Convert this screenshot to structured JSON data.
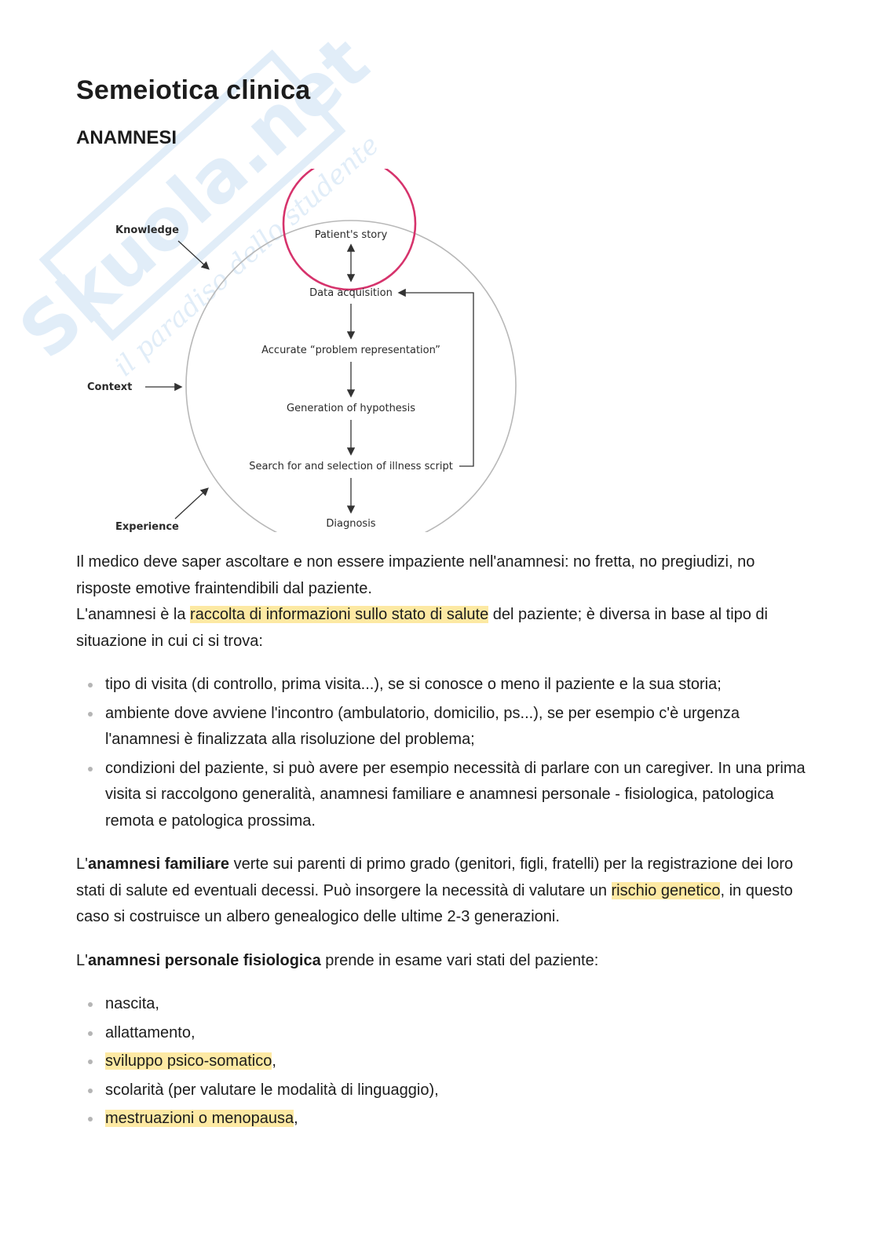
{
  "header": {
    "title": "Semeiotica clinica",
    "section": "ANAMNESI"
  },
  "diagram": {
    "highlight_color": "#d6336c",
    "outer_labels": {
      "knowledge": "Knowledge",
      "context": "Context",
      "experience": "Experience"
    },
    "steps": [
      "Patient's story",
      "Data acquisition",
      "Accurate “problem representation”",
      "Generation of hypothesis",
      "Search for and selection of illness script",
      "Diagnosis"
    ]
  },
  "watermark": {
    "brand": "Skuola.net",
    "tagline": "il paradiso dello studente",
    "color": "#c9dff3"
  },
  "body": {
    "intro_1": "Il medico deve saper ascoltare e non essere impaziente nell'anamnesi: no fretta, no pregiudizi, no risposte emotive fraintendibili dal paziente.",
    "intro_2_pre": "L'anamnesi è la ",
    "intro_2_hl": "raccolta di informazioni sullo stato di salute",
    "intro_2_post": " del paziente; è diversa in base al tipo di situazione in cui ci si trova:",
    "list1": [
      "tipo di visita (di controllo, prima visita...), se si conosce o meno il paziente e la sua storia;",
      "ambiente dove avviene l'incontro (ambulatorio, domicilio, ps...), se per esempio c'è urgenza l'anamnesi è finalizzata alla risoluzione del problema;",
      "condizioni del paziente, si può avere per esempio necessità di parlare con un caregiver. In una prima visita si raccolgono generalità, anamnesi familiare e anamnesi personale - fisiologica, patologica remota e patologica prossima."
    ],
    "fam_pre": "L'",
    "fam_bold": "anamnesi familiare",
    "fam_mid": " verte sui parenti di primo grado (genitori, figli, fratelli) per la registrazione dei loro stati di salute ed eventuali decessi. Può insorgere la necessità di valutare un ",
    "fam_hl": "rischio genetico",
    "fam_post": ", in questo caso si costruisce un albero genealogico delle ultime 2-3 generazioni.",
    "fis_pre": "L'",
    "fis_bold": "anamnesi personale fisiologica",
    "fis_post": " prende in esame vari stati del paziente:",
    "list2": {
      "item1": "nascita,",
      "item2": "allattamento,",
      "item3_hl": "sviluppo psico-somatico",
      "item3_post": ",",
      "item4": "scolarità (per valutare le modalità di linguaggio),",
      "item5_hl": "mestruazioni o menopausa",
      "item5_post": ","
    }
  }
}
